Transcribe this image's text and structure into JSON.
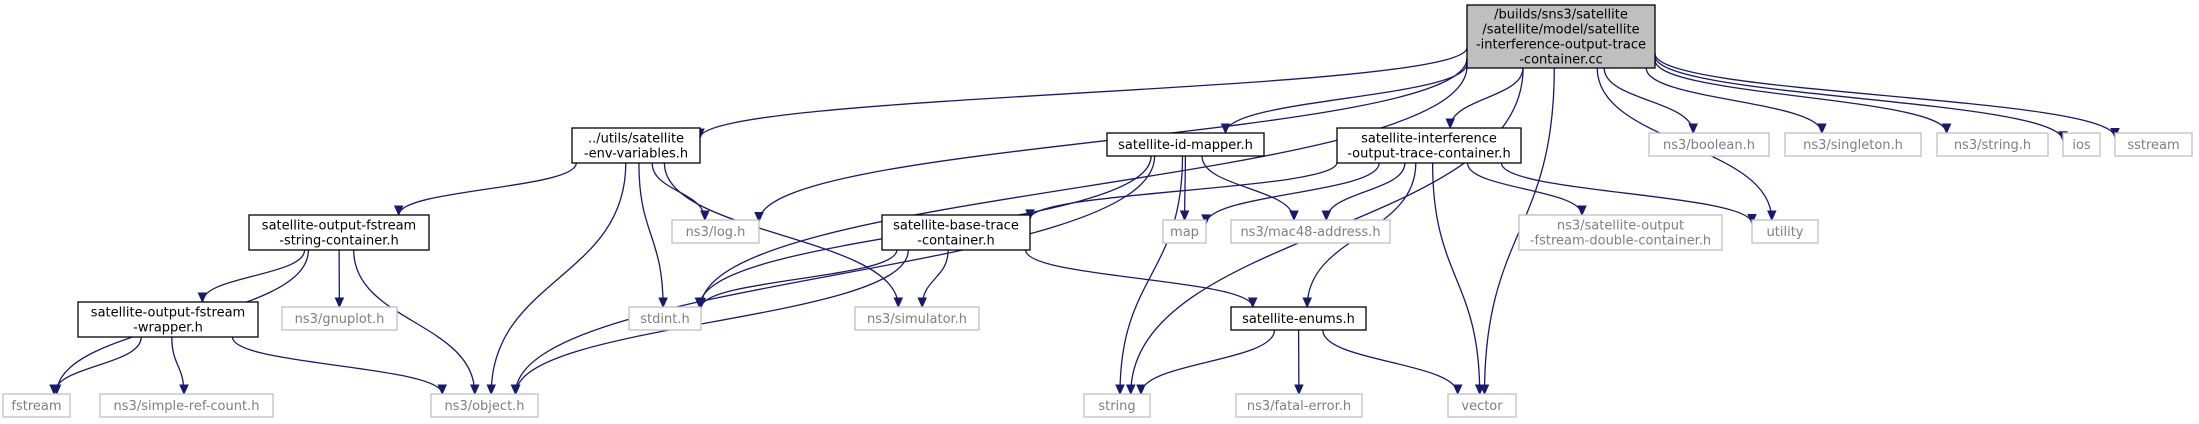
{
  "colors": {
    "edge": "#191970",
    "root_fill": "#bfbfbf",
    "local_border": "#000000",
    "system_border": "#bfbfbf",
    "system_text": "#7f7f7f"
  },
  "nodes": [
    {
      "id": "root",
      "kind": "root",
      "lines": [
        "/builds/sns3/satellite",
        "/satellite/model/satellite",
        "-interference-output-trace",
        "-container.cc"
      ]
    },
    {
      "id": "env",
      "kind": "local",
      "lines": [
        "../utils/satellite",
        "-env-variables.h"
      ]
    },
    {
      "id": "idmap",
      "kind": "local",
      "lines": [
        "satellite-id-mapper.h"
      ]
    },
    {
      "id": "iotc",
      "kind": "local",
      "lines": [
        "satellite-interference",
        "-output-trace-container.h"
      ]
    },
    {
      "id": "boolean",
      "kind": "system",
      "lines": [
        "ns3/boolean.h"
      ]
    },
    {
      "id": "singleton",
      "kind": "system",
      "lines": [
        "ns3/singleton.h"
      ]
    },
    {
      "id": "nsstring",
      "kind": "system",
      "lines": [
        "ns3/string.h"
      ]
    },
    {
      "id": "ios",
      "kind": "system",
      "lines": [
        "ios"
      ]
    },
    {
      "id": "sstream",
      "kind": "system",
      "lines": [
        "sstream"
      ]
    },
    {
      "id": "ofsc",
      "kind": "local",
      "lines": [
        "satellite-output-fstream",
        "-string-container.h"
      ]
    },
    {
      "id": "log",
      "kind": "system",
      "lines": [
        "ns3/log.h"
      ]
    },
    {
      "id": "btc",
      "kind": "local",
      "lines": [
        "satellite-base-trace",
        "-container.h"
      ]
    },
    {
      "id": "map",
      "kind": "system",
      "lines": [
        "map"
      ]
    },
    {
      "id": "mac48",
      "kind": "system",
      "lines": [
        "ns3/mac48-address.h"
      ]
    },
    {
      "id": "ofdc",
      "kind": "system",
      "lines": [
        "ns3/satellite-output",
        "-fstream-double-container.h"
      ]
    },
    {
      "id": "utility",
      "kind": "system",
      "lines": [
        "utility"
      ]
    },
    {
      "id": "ofw",
      "kind": "local",
      "lines": [
        "satellite-output-fstream",
        "-wrapper.h"
      ]
    },
    {
      "id": "gnuplot",
      "kind": "system",
      "lines": [
        "ns3/gnuplot.h"
      ]
    },
    {
      "id": "stdint",
      "kind": "system",
      "lines": [
        "stdint.h"
      ]
    },
    {
      "id": "simulator",
      "kind": "system",
      "lines": [
        "ns3/simulator.h"
      ]
    },
    {
      "id": "enums",
      "kind": "local",
      "lines": [
        "satellite-enums.h"
      ]
    },
    {
      "id": "fstream",
      "kind": "system",
      "lines": [
        "fstream"
      ]
    },
    {
      "id": "simpleref",
      "kind": "system",
      "lines": [
        "ns3/simple-ref-count.h"
      ]
    },
    {
      "id": "object",
      "kind": "system",
      "lines": [
        "ns3/object.h"
      ]
    },
    {
      "id": "string",
      "kind": "system",
      "lines": [
        "string"
      ]
    },
    {
      "id": "fatal",
      "kind": "system",
      "lines": [
        "ns3/fatal-error.h"
      ]
    },
    {
      "id": "vector",
      "kind": "system",
      "lines": [
        "vector"
      ]
    }
  ],
  "edges": [
    [
      "root",
      "env"
    ],
    [
      "root",
      "idmap"
    ],
    [
      "root",
      "iotc"
    ],
    [
      "root",
      "boolean"
    ],
    [
      "root",
      "singleton"
    ],
    [
      "root",
      "nsstring"
    ],
    [
      "root",
      "ios"
    ],
    [
      "root",
      "sstream"
    ],
    [
      "root",
      "log"
    ],
    [
      "root",
      "stdint"
    ],
    [
      "root",
      "string"
    ],
    [
      "root",
      "utility"
    ],
    [
      "root",
      "vector"
    ],
    [
      "env",
      "ofsc"
    ],
    [
      "env",
      "log"
    ],
    [
      "env",
      "stdint"
    ],
    [
      "env",
      "simulator"
    ],
    [
      "env",
      "object"
    ],
    [
      "idmap",
      "stdint"
    ],
    [
      "idmap",
      "object"
    ],
    [
      "idmap",
      "map"
    ],
    [
      "idmap",
      "mac48"
    ],
    [
      "idmap",
      "string"
    ],
    [
      "iotc",
      "btc"
    ],
    [
      "iotc",
      "map"
    ],
    [
      "iotc",
      "mac48"
    ],
    [
      "iotc",
      "ofdc"
    ],
    [
      "iotc",
      "utility"
    ],
    [
      "iotc",
      "enums"
    ],
    [
      "iotc",
      "vector"
    ],
    [
      "ofsc",
      "ofw"
    ],
    [
      "ofsc",
      "gnuplot"
    ],
    [
      "ofsc",
      "object"
    ],
    [
      "ofsc",
      "fstream"
    ],
    [
      "btc",
      "stdint"
    ],
    [
      "btc",
      "simulator"
    ],
    [
      "btc",
      "enums"
    ],
    [
      "btc",
      "object"
    ],
    [
      "ofw",
      "fstream"
    ],
    [
      "ofw",
      "simpleref"
    ],
    [
      "ofw",
      "object"
    ],
    [
      "enums",
      "string"
    ],
    [
      "enums",
      "fatal"
    ],
    [
      "enums",
      "vector"
    ]
  ]
}
